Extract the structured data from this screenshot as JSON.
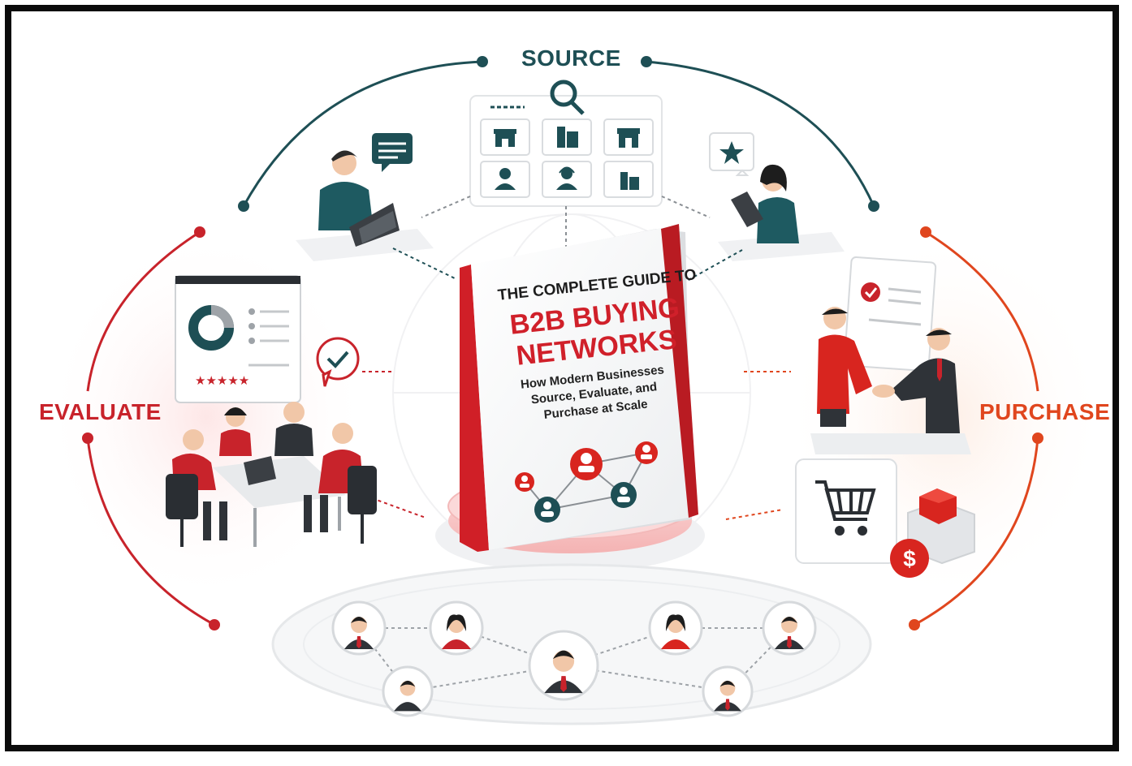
{
  "stages": {
    "source": "SOURCE",
    "evaluate": "EVALUATE",
    "purchase": "PURCHASE"
  },
  "book": {
    "kicker": "THE COMPLETE GUIDE TO",
    "title_line1": "B2B BUYING",
    "title_line2": "NETWORKS",
    "subtitle": "How Modern Businesses Source, Evaluate, and Purchase at Scale"
  },
  "colors": {
    "teal": "#1e4f55",
    "red": "#c8232b",
    "orange": "#e0461e",
    "light_gray": "#eef0f2"
  },
  "icons": {
    "source_grid": [
      "shop-icon",
      "building-icon",
      "storefront-icon",
      "person-icon",
      "support-agent-icon",
      "office-icon"
    ],
    "dashboard_rating": "★★★★★",
    "purchase": [
      "shopping-cart-icon",
      "dollar-coin-icon",
      "box-icon"
    ]
  }
}
